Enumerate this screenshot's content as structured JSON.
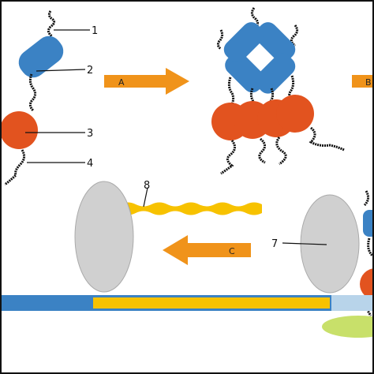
{
  "labels": {
    "n1": "1",
    "n2": "2",
    "n3": "3",
    "n4": "4",
    "n7": "7",
    "n8": "8"
  },
  "arrows": {
    "a": "A",
    "b": "B",
    "c": "C"
  },
  "colors": {
    "blue": "#3b82c4",
    "red": "#e2531f",
    "orange_arrow": "#f0931a",
    "yellow": "#f7c200",
    "gray": "#d0d0d0",
    "green": "#c8e06a",
    "light_blue": "#b8d4ea",
    "strand": "#111111"
  }
}
